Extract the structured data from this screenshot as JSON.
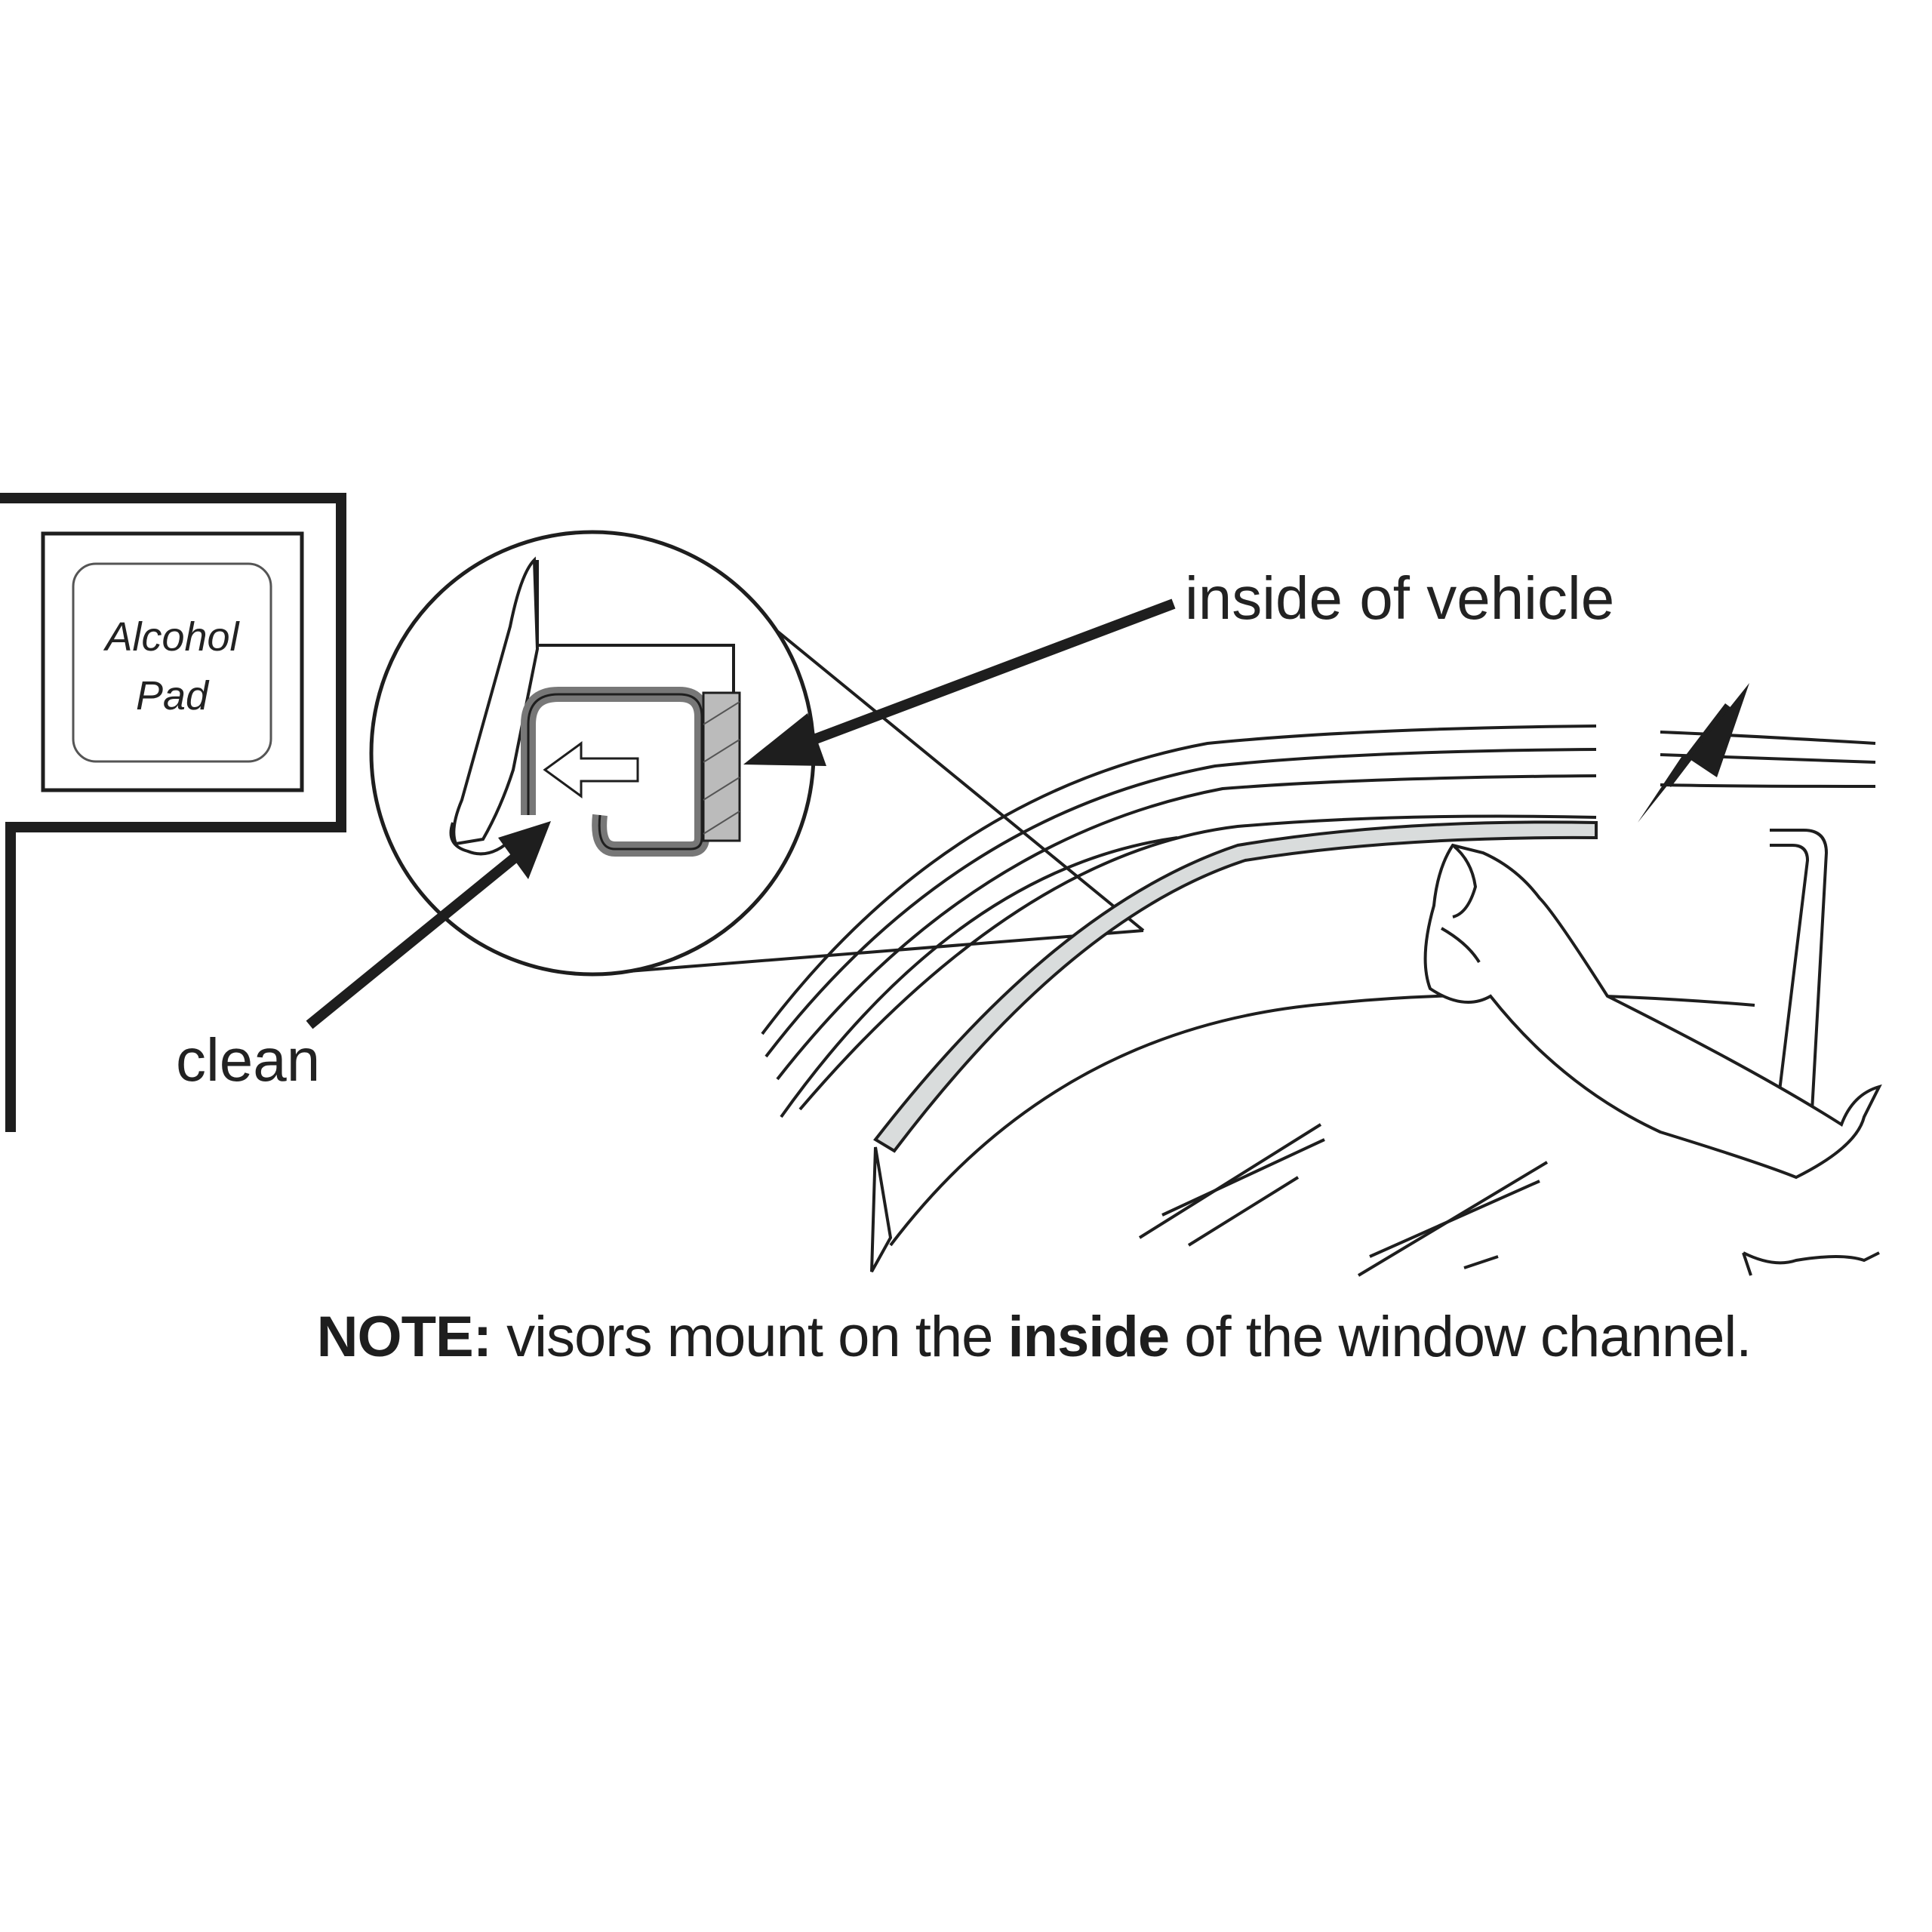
{
  "pad": {
    "line1": "Alcohol",
    "line2": "Pad"
  },
  "labels": {
    "inside_of_vehicle": "inside of vehicle",
    "clean": "clean"
  },
  "note": {
    "prefix": "NOTE:",
    "part1": " visors mount on the ",
    "emphasis": "inside",
    "part2": " of the window channel."
  },
  "colors": {
    "ink": "#1e1e1e",
    "visor_fill": "#d9dcdc",
    "background": "#ffffff"
  }
}
